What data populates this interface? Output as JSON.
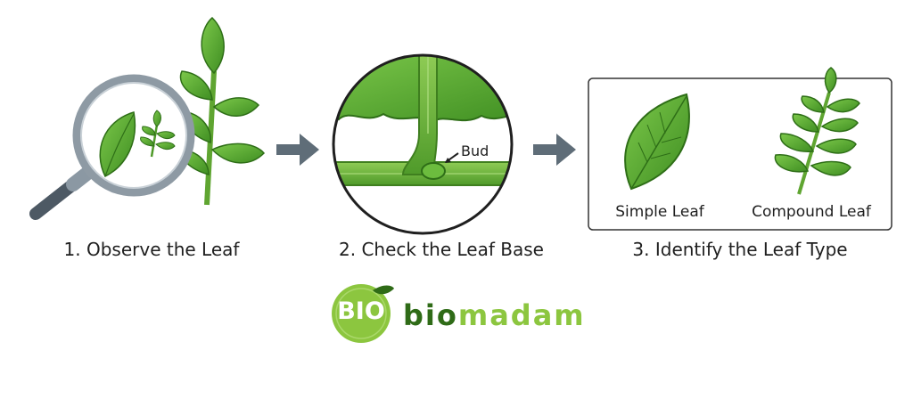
{
  "steps": [
    {
      "caption": "1. Observe the Leaf"
    },
    {
      "caption": "2. Check the Leaf Base",
      "bud_label": "Bud"
    },
    {
      "caption": "3. Identify the Leaf Type",
      "simple_label": "Simple Leaf",
      "compound_label": "Compound Leaf"
    }
  ],
  "brand": {
    "logo_text": "BIO",
    "name_part1": "bio",
    "name_part2": "madam"
  },
  "colors": {
    "leaf_dark": "#3f8e22",
    "leaf_light": "#6dbb3e",
    "stem": "#74b83f",
    "arrow": "#5f6d78",
    "brand_dark": "#2f6b17",
    "brand_light": "#8cc63f"
  }
}
